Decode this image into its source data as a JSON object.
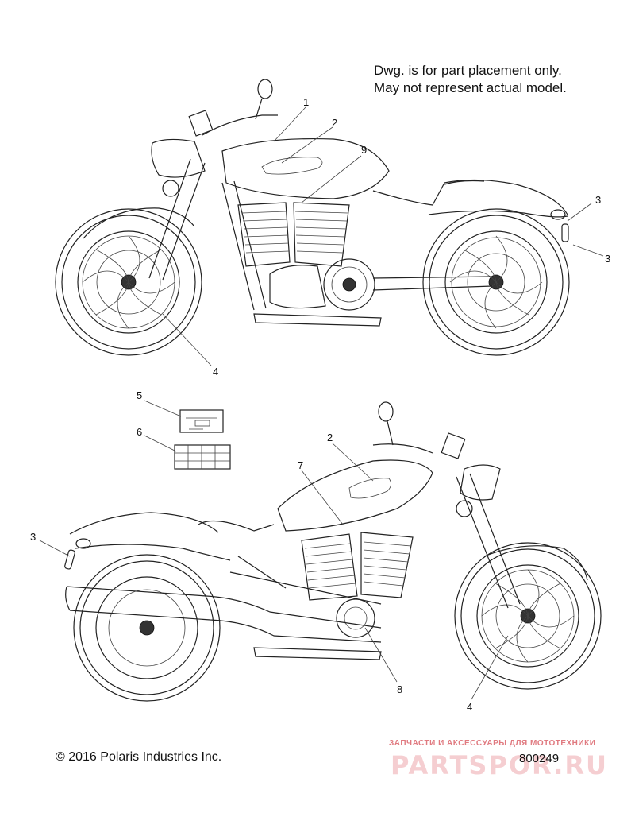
{
  "note": {
    "line1": "Dwg. is for part placement only.",
    "line2": "May not represent actual model."
  },
  "callouts": {
    "top": [
      "1",
      "2",
      "9",
      "3",
      "3",
      "4"
    ],
    "bottom": [
      "5",
      "6",
      "2",
      "7",
      "3",
      "8",
      "4"
    ]
  },
  "footer": {
    "copyright": "© 2016 Polaris Industries Inc.",
    "part_number": "800249",
    "watermark_tagline": "ЗАПЧАСТИ И АКСЕССУАРЫ ДЛЯ МОТОТЕХНИКИ",
    "watermark_logo": "PARTSPOR.RU"
  }
}
